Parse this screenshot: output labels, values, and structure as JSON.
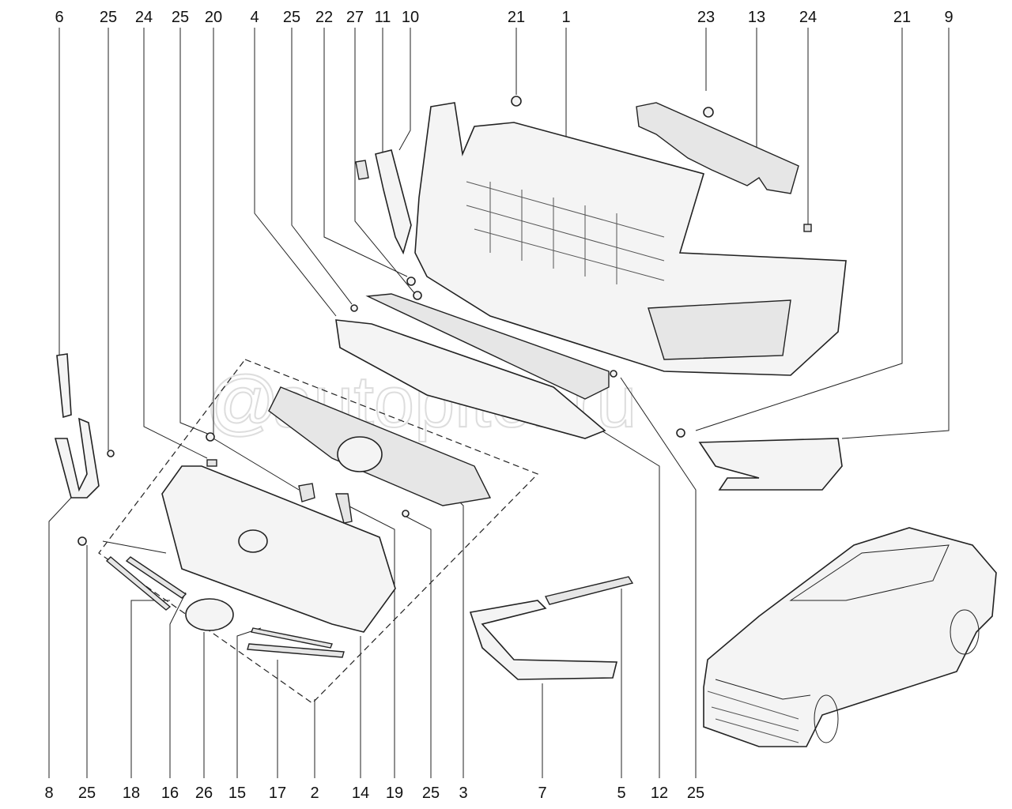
{
  "diagram": {
    "watermark": "autopiter.ru",
    "labels_top": [
      "6",
      "25",
      "24",
      "25",
      "20",
      "4",
      "25",
      "22",
      "27",
      "11",
      "10",
      "21",
      "1",
      "23",
      "13",
      "24",
      "21",
      "9"
    ],
    "labels_bottom": [
      "8",
      "25",
      "18",
      "16",
      "26",
      "15",
      "17",
      "2",
      "14",
      "19",
      "25",
      "3",
      "7",
      "5",
      "12",
      "25"
    ]
  }
}
